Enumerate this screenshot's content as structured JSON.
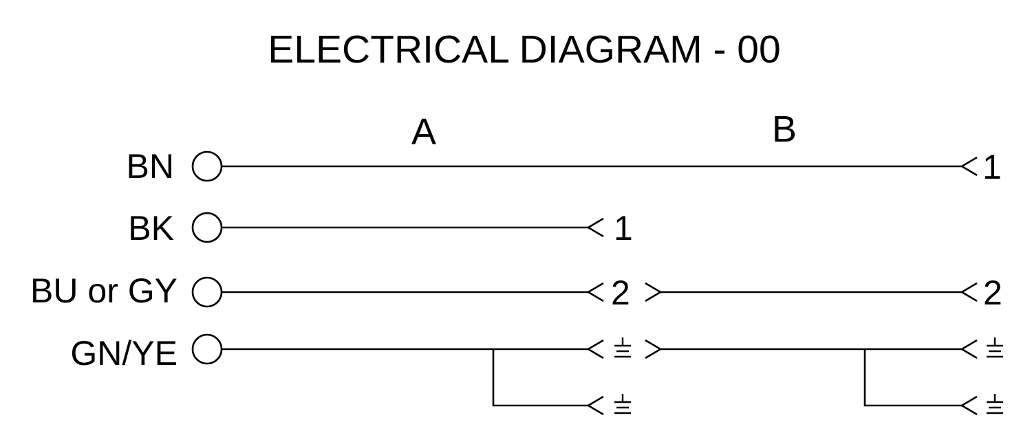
{
  "title": "ELECTRICAL DIAGRAM - 00",
  "sections": {
    "a": "A",
    "b": "B"
  },
  "wires": [
    {
      "label": "BN",
      "pin_a": "",
      "pin_b": "1"
    },
    {
      "label": "BK",
      "pin_a": "1",
      "pin_b": ""
    },
    {
      "label": "BU or GY",
      "pin_a": "2",
      "pin_b": "2"
    },
    {
      "label": "GN/YE",
      "pin_a": "ground-icon",
      "pin_b": "ground-icon"
    }
  ],
  "branch": {
    "pin_a": "ground-icon",
    "pin_b": "ground-icon"
  }
}
